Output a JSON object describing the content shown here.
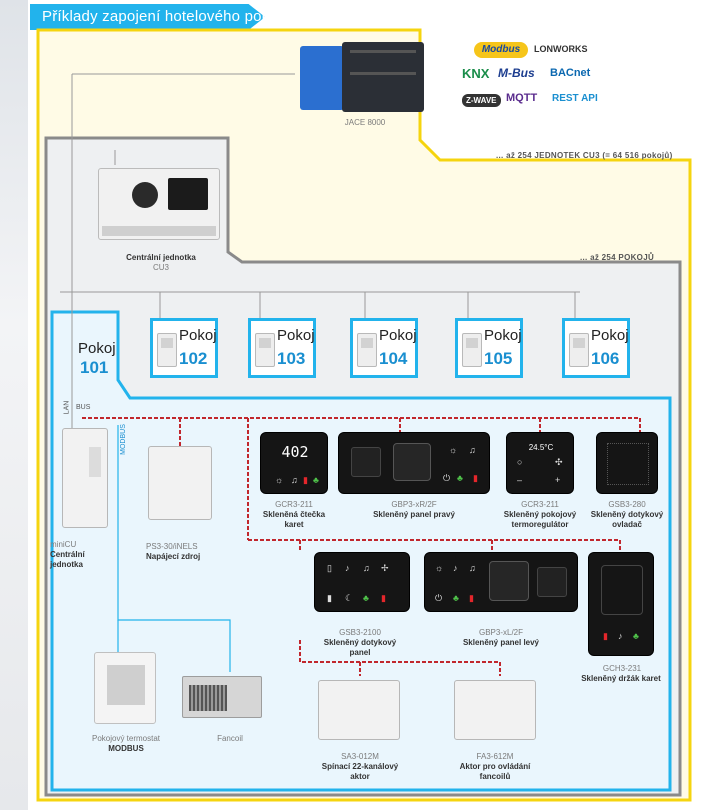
{
  "title": "Příklady zapojení hotelového pokoje",
  "jace": {
    "label": "JACE 8000"
  },
  "protocols": [
    "Modbus",
    "LONWORKS",
    "KNX",
    "M-Bus",
    "BACnet",
    "Z-WAVE",
    "MQTT",
    "REST API"
  ],
  "notes": {
    "cu3_units": "... až 254 JEDNOTEK CU3 (= 64 516 pokojů)",
    "rooms": "... až 254 POKOJŮ"
  },
  "cu3": {
    "line1": "Centrální jednotka",
    "line2": "CU3"
  },
  "rooms": [
    {
      "word": "Pokoj",
      "number": "101"
    },
    {
      "word": "Pokoj",
      "number": "102"
    },
    {
      "word": "Pokoj",
      "number": "103"
    },
    {
      "word": "Pokoj",
      "number": "104"
    },
    {
      "word": "Pokoj",
      "number": "105"
    },
    {
      "word": "Pokoj",
      "number": "106"
    }
  ],
  "bus_labels": {
    "lan": "LAN",
    "bus": "BUS",
    "modbus": "MODBUS"
  },
  "devices": {
    "minicu": {
      "code": "miniCU",
      "name1": "Centrální",
      "name2": "jednotka"
    },
    "ps3": {
      "code": "PS3-30/iNELS",
      "name1": "Napájecí zdroj"
    },
    "gcr3_card": {
      "code": "GCR3-211",
      "name1": "Skleněná čtečka",
      "name2": "karet",
      "display": "402"
    },
    "gbp3_right": {
      "code": "GBP3-xR/2F",
      "name1": "Skleněný panel pravý"
    },
    "gcr3_thermo": {
      "code": "GCR3-211",
      "name1": "Skleněný pokojový",
      "name2": "termoregulátor",
      "display": "24.5°C"
    },
    "gsb3_280": {
      "code": "GSB3-280",
      "name1": "Skleněný dotykový",
      "name2": "ovladač"
    },
    "gsb3_2100": {
      "code": "GSB3-2100",
      "name1": "Skleněný dotykový",
      "name2": "panel"
    },
    "gbp3_left": {
      "code": "GBP3-xL/2F",
      "name1": "Skleněný panel levý"
    },
    "gch3": {
      "code": "GCH3-231",
      "name1": "Skleněný držák karet"
    },
    "thermostat": {
      "code": "Pokojový termostat",
      "name1": "MODBUS"
    },
    "fancoil": {
      "code": "Fancoil"
    },
    "sa3": {
      "code": "SA3-012M",
      "name1": "Spínací 22-kanálový",
      "name2": "aktor"
    },
    "fa3": {
      "code": "FA3-612M",
      "name1": "Aktor pro ovládání",
      "name2": "fancoilů"
    }
  },
  "colors": {
    "accent": "#22b3ec",
    "yellow": "#f5d40f",
    "grey": "#8a8a8a",
    "bus_red": "#c1272d"
  }
}
